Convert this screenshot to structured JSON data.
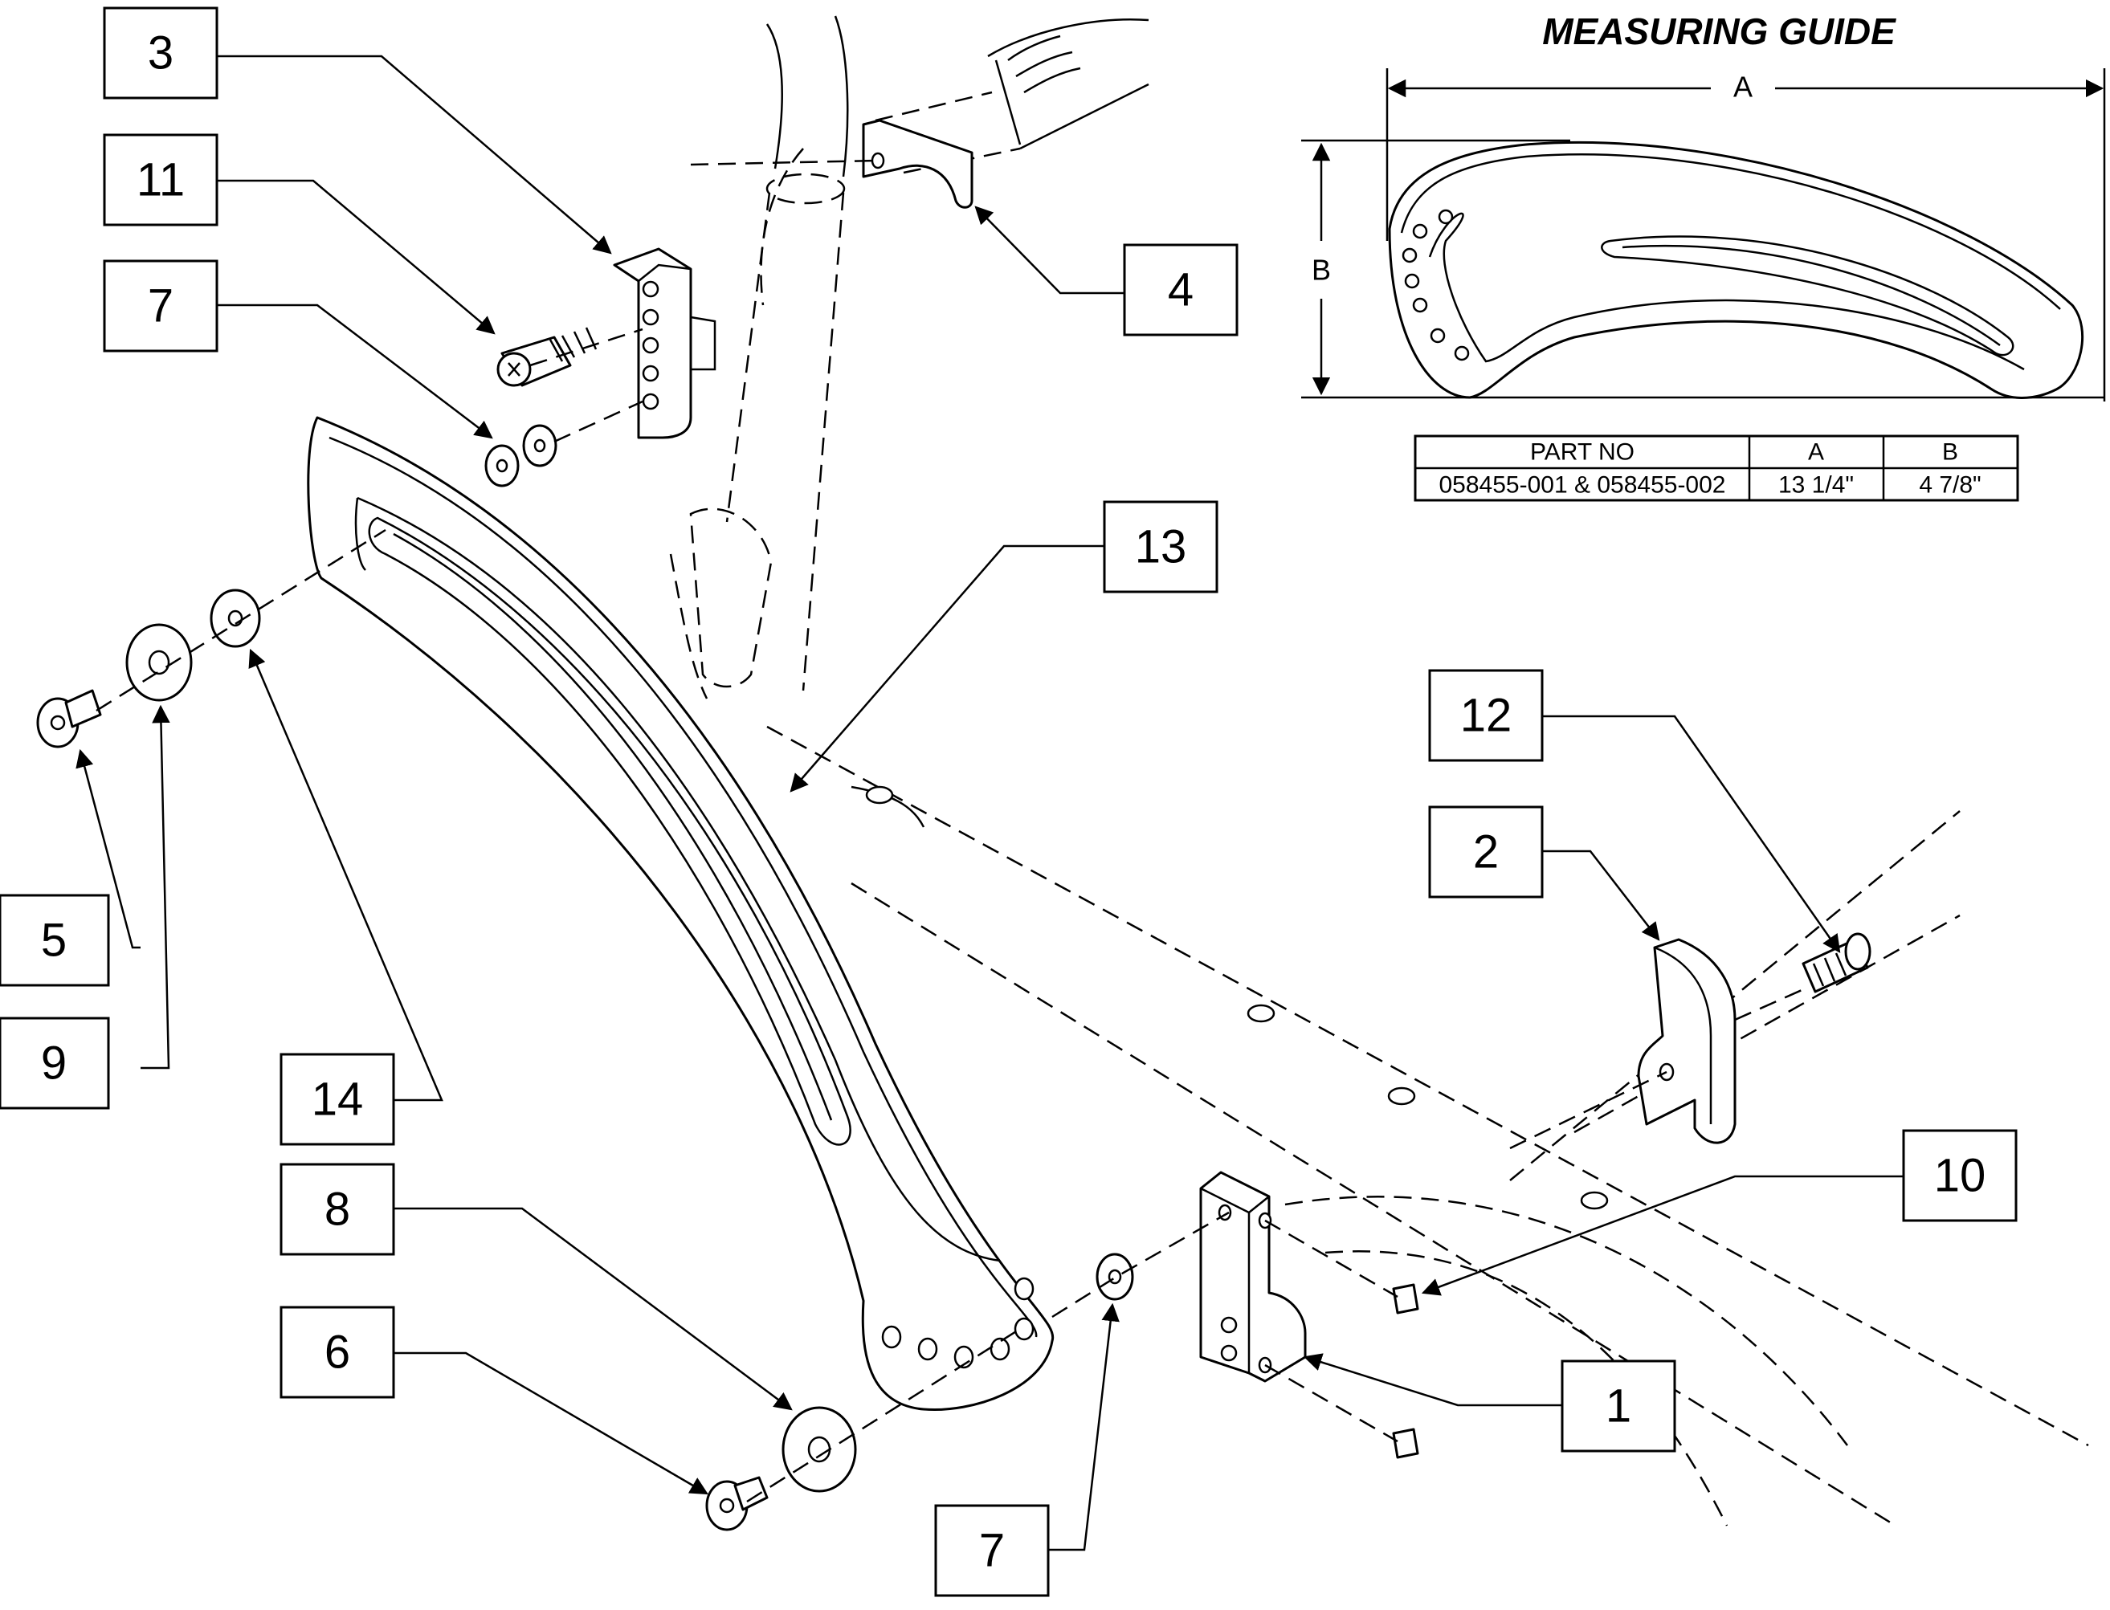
{
  "callouts": {
    "c3": "3",
    "c11": "11",
    "c7a": "7",
    "c4": "4",
    "c13": "13",
    "c5": "5",
    "c9": "9",
    "c14": "14",
    "c8": "8",
    "c6": "6",
    "c7b": "7",
    "c12": "12",
    "c2": "2",
    "c10": "10",
    "c1": "1"
  },
  "measuring_guide": {
    "title": "MEASURING GUIDE",
    "dim_a": "A",
    "dim_b": "B",
    "table": {
      "headers": [
        "PART NO",
        "A",
        "B"
      ],
      "rows": [
        [
          "058455-001 & 058455-002",
          "13 1/4\"",
          "4 7/8\""
        ]
      ]
    }
  }
}
